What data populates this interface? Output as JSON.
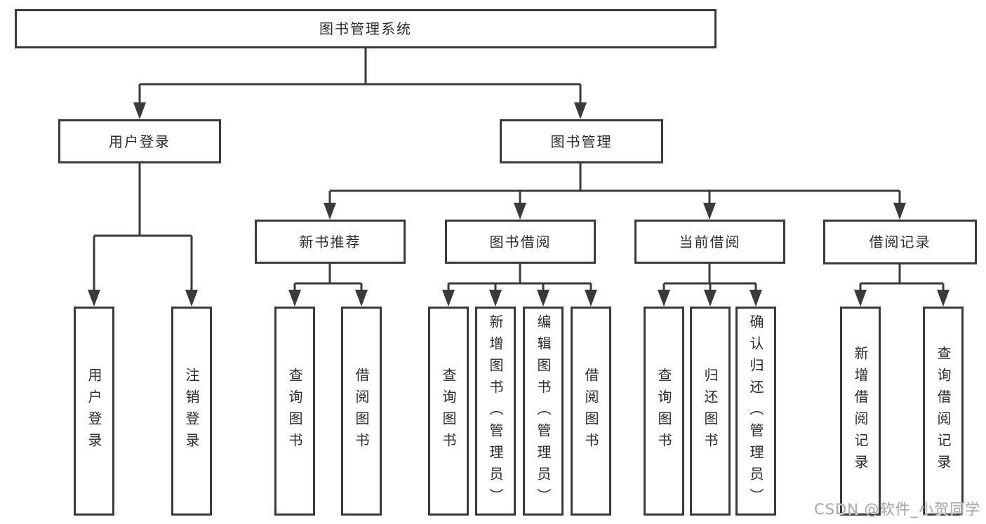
{
  "diagram": {
    "root": {
      "label": "图书管理系统"
    },
    "branches": [
      {
        "label": "用户登录",
        "children": [
          {
            "label": "用户登录"
          },
          {
            "label": "注销登录"
          }
        ]
      },
      {
        "label": "图书管理",
        "children": [
          {
            "label": "新书推荐",
            "children": [
              {
                "label": "查询图书"
              },
              {
                "label": "借阅图书"
              }
            ]
          },
          {
            "label": "图书借阅",
            "children": [
              {
                "label": "查询图书"
              },
              {
                "label": "新增图书（管理员）"
              },
              {
                "label": "编辑图书（管理员）"
              },
              {
                "label": "借阅图书"
              }
            ]
          },
          {
            "label": "当前借阅",
            "children": [
              {
                "label": "查询图书"
              },
              {
                "label": "归还图书"
              },
              {
                "label": "确认归还（管理员）"
              }
            ]
          },
          {
            "label": "借阅记录",
            "children": [
              {
                "label": "新增借阅记录"
              },
              {
                "label": "查询借阅记录"
              }
            ]
          }
        ]
      }
    ]
  },
  "watermark": {
    "text": "CSDN @软件_小贺同学"
  },
  "colors": {
    "line": "#3a3a3a",
    "box_border": "#3a3a3a",
    "text": "#2b2b2b",
    "watermark": "#ababab",
    "background": "#ffffff"
  }
}
